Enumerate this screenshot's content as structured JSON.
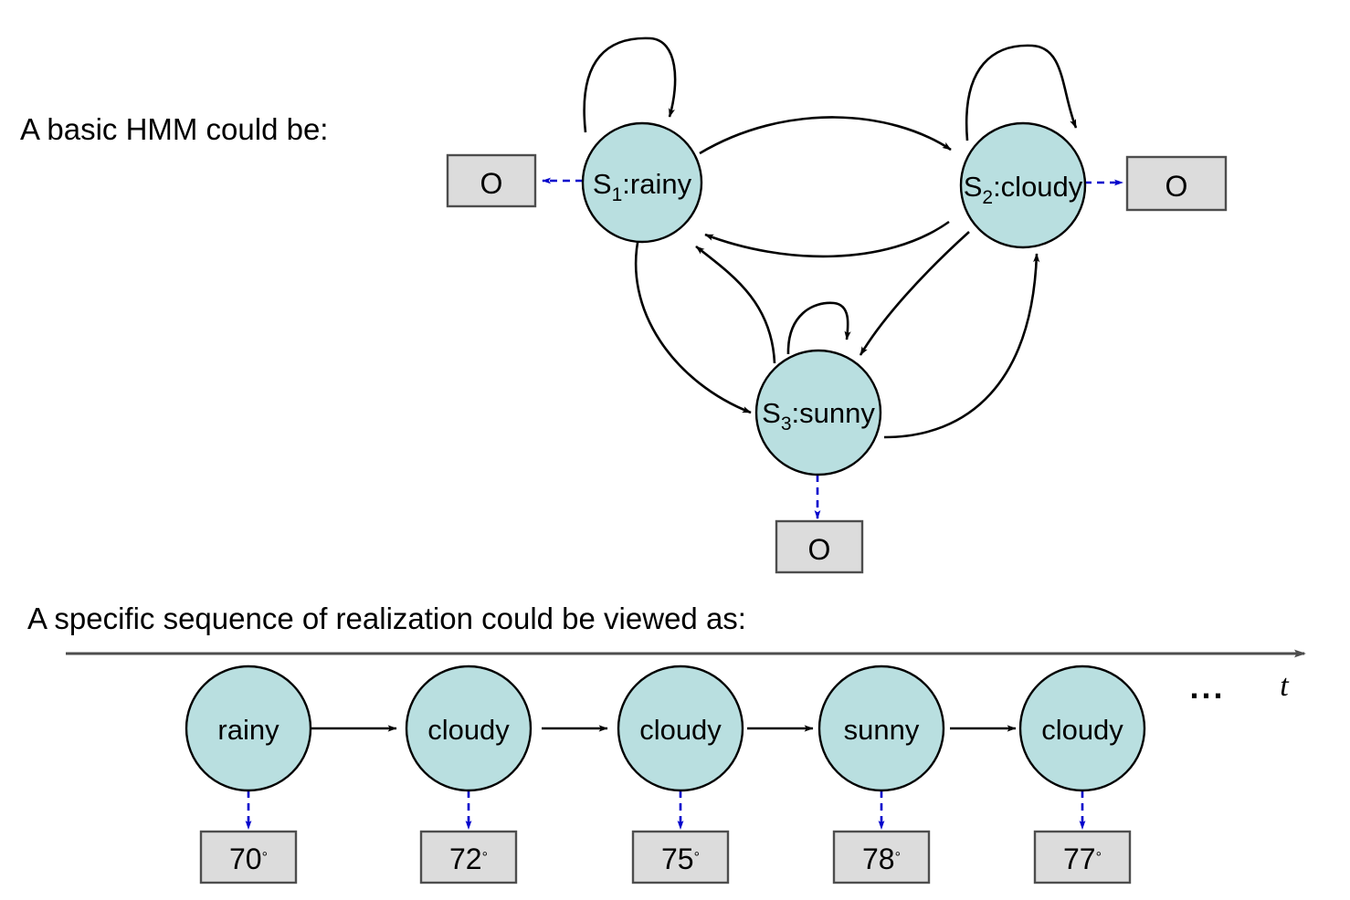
{
  "captions": {
    "hmm": "A basic HMM could be:",
    "sequence": "A specific sequence of realization could be viewed as:"
  },
  "colors": {
    "state_fill": "#b9dfe0",
    "state_stroke": "#000000",
    "observation_fill": "#dcdcdc",
    "observation_stroke": "#4d4d4d",
    "emission_arrow": "#0000cc",
    "transition_arrow": "#000000",
    "axis": "#4d4d4d",
    "background": "#ffffff"
  },
  "hmm": {
    "states": [
      {
        "id": "S1",
        "sub": "1",
        "prefix": "S",
        "name": "rainy",
        "label": "S1:rainy"
      },
      {
        "id": "S2",
        "sub": "2",
        "prefix": "S",
        "name": "cloudy",
        "label": "S2:cloudy"
      },
      {
        "id": "S3",
        "sub": "3",
        "prefix": "S",
        "name": "sunny",
        "label": "S3:sunny"
      }
    ],
    "observations": [
      {
        "id": "O1",
        "label": "O",
        "from_state": "S1"
      },
      {
        "id": "O2",
        "label": "O",
        "from_state": "S2"
      },
      {
        "id": "O3",
        "label": "O",
        "from_state": "S3"
      }
    ],
    "transitions": [
      {
        "from": "S1",
        "to": "S1",
        "type": "self-loop"
      },
      {
        "from": "S2",
        "to": "S2",
        "type": "self-loop"
      },
      {
        "from": "S3",
        "to": "S3",
        "type": "self-loop"
      },
      {
        "from": "S1",
        "to": "S2",
        "type": "arc"
      },
      {
        "from": "S2",
        "to": "S1",
        "type": "arc"
      },
      {
        "from": "S1",
        "to": "S3",
        "type": "arc"
      },
      {
        "from": "S3",
        "to": "S1",
        "type": "arc"
      },
      {
        "from": "S2",
        "to": "S3",
        "type": "arc"
      },
      {
        "from": "S3",
        "to": "S2",
        "type": "arc"
      }
    ]
  },
  "sequence": {
    "axis_label": "t",
    "ellipsis": "...",
    "steps": [
      {
        "state": "rainy",
        "temperature": "70",
        "degree": "°"
      },
      {
        "state": "cloudy",
        "temperature": "72",
        "degree": "°"
      },
      {
        "state": "cloudy",
        "temperature": "75",
        "degree": "°"
      },
      {
        "state": "sunny",
        "temperature": "78",
        "degree": "°"
      },
      {
        "state": "cloudy",
        "temperature": "77",
        "degree": "°"
      }
    ]
  }
}
